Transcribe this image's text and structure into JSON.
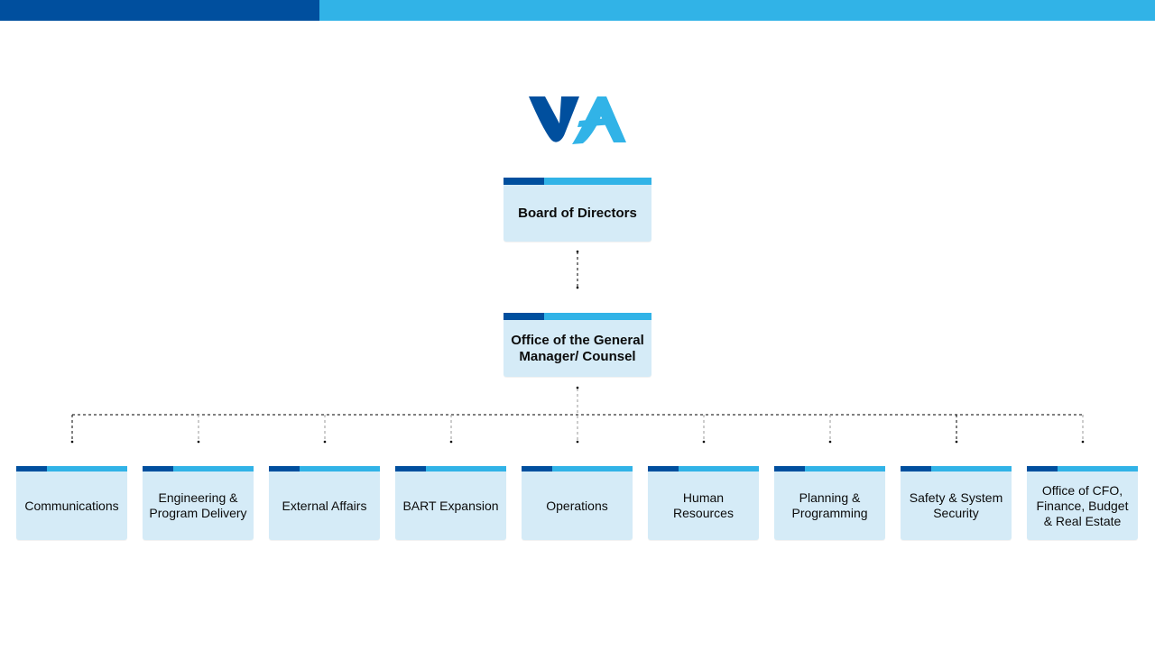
{
  "colors": {
    "dark_blue": "#004f9e",
    "light_blue": "#31b3e7",
    "box_fill": "#d5ebf7",
    "connector": "#000000"
  },
  "header": {
    "logo_icon": "vta-logo-icon"
  },
  "org": {
    "board": {
      "label": "Board of Directors"
    },
    "general_manager": {
      "label": "Office of the General Manager/ Counsel"
    },
    "departments": [
      {
        "label": "Communications"
      },
      {
        "label": "Engineering & Program Delivery"
      },
      {
        "label": "External Affairs"
      },
      {
        "label": "BART Expansion"
      },
      {
        "label": "Operations"
      },
      {
        "label": "Human Resources"
      },
      {
        "label": "Planning & Programming"
      },
      {
        "label": "Safety & System Security"
      },
      {
        "label": "Office of CFO, Finance, Budget & Real Estate"
      }
    ]
  }
}
